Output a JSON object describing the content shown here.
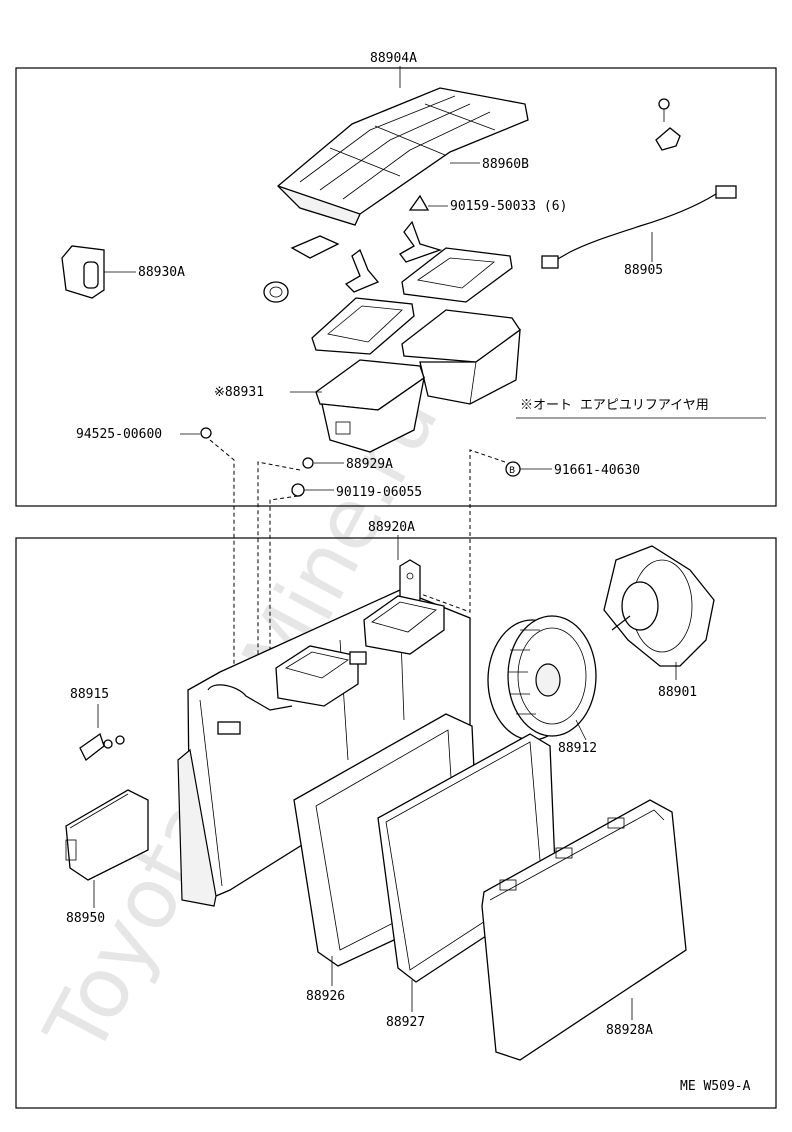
{
  "watermark": "ToyotaCarMine.ru",
  "assemblies": {
    "upper": "88904A",
    "lower": "88920A"
  },
  "note": "※オート エアピユリフアイヤ用",
  "figure_code": "ME W509-A",
  "parts": {
    "p88960B": "88960B",
    "p90159": "90159-50033 (6)",
    "p88930A": "88930A",
    "p88905": "88905",
    "p88931": "※88931",
    "p94525": "94525-00600",
    "p88929A": "88929A",
    "p90119": "90119-06055",
    "p91661": "91661-40630",
    "p88915": "88915",
    "p88950": "88950",
    "p88901": "88901",
    "p88912": "88912",
    "p88926": "88926",
    "p88927": "88927",
    "p88928A": "88928A"
  }
}
